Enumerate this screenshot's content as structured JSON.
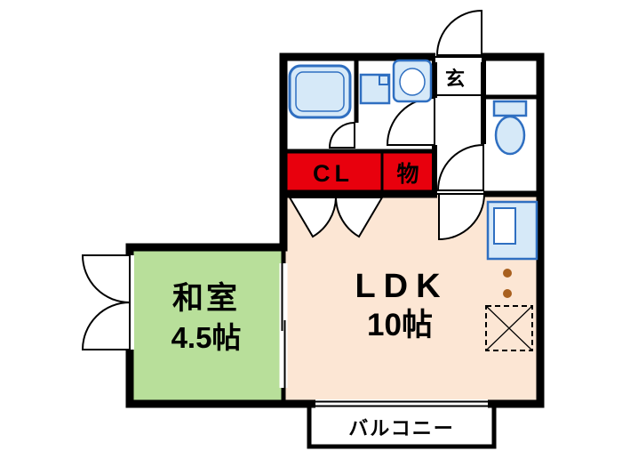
{
  "plan": {
    "rooms": {
      "ldk": {
        "label": "LDK",
        "size": "10帖"
      },
      "japanese_room": {
        "label": "和室",
        "size": "4.5帖"
      },
      "closet": {
        "label": "CL"
      },
      "storage": {
        "label": "物"
      },
      "entrance": {
        "label": "玄"
      },
      "balcony": {
        "label": "バルコニー"
      }
    },
    "colors": {
      "background": "#ffffff",
      "wall": "#000000",
      "ldk_floor": "#fce6d4",
      "japanese_room_floor": "#b8df9a",
      "closet_fill": "#e8000d",
      "storage_fill": "#e8000d",
      "label_on_red": "#ffffff",
      "fixture_stroke": "#2f6fc1",
      "fixture_fill": "#d6e9f8",
      "burner": "#a8601f"
    },
    "fixtures": [
      "bathtub",
      "washing-machine-pan",
      "washbasin",
      "toilet",
      "kitchen-sink",
      "stove-burners",
      "refrigerator-space"
    ]
  }
}
